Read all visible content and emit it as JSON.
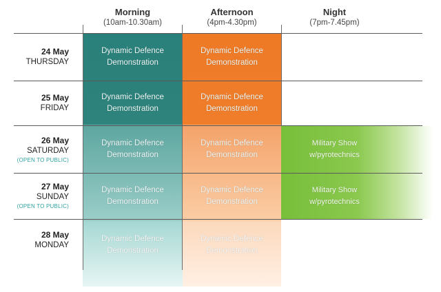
{
  "columns": [
    {
      "title": "Morning",
      "time": "(10am-10.30am)"
    },
    {
      "title": "Afternoon",
      "time": "(4pm-4.30pm)"
    },
    {
      "title": "Night",
      "time": "(7pm-7.45pm)"
    }
  ],
  "days": [
    {
      "date": "24 May",
      "weekday": "THURSDAY",
      "note": ""
    },
    {
      "date": "25 May",
      "weekday": "FRIDAY",
      "note": ""
    },
    {
      "date": "26 May",
      "weekday": "SATURDAY",
      "note": "(OPEN TO PUBLIC)"
    },
    {
      "date": "27 May",
      "weekday": "SUNDAY",
      "note": "(OPEN TO PUBLIC)"
    },
    {
      "date": "28 May",
      "weekday": "MONDAY",
      "note": ""
    }
  ],
  "events": {
    "demo_line1": "Dynamic Defence",
    "demo_line2": "Demonstration",
    "night_line1": "Military Show",
    "night_line2": "w/pyrotechnics"
  },
  "colors": {
    "morning": "#2a807a",
    "afternoon": "#ee7a26",
    "night": "#78bf3a",
    "public_note": "#2fa1a0"
  }
}
